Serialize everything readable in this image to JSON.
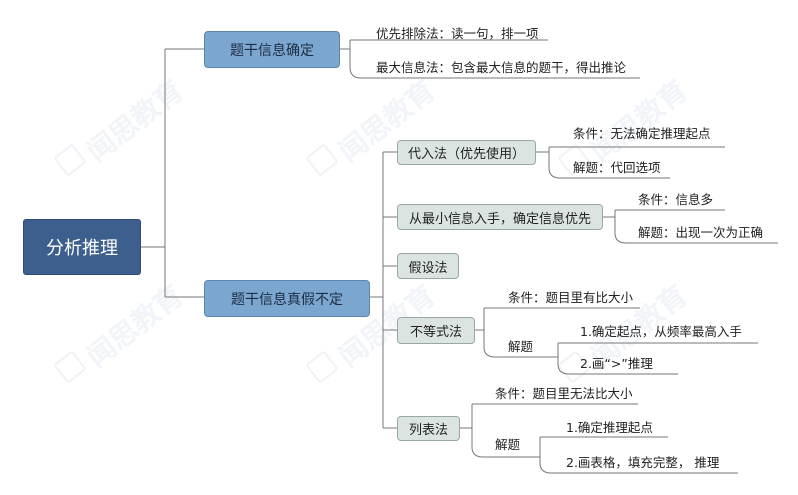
{
  "watermark": "闻思教育",
  "root": "分析推理",
  "branches": {
    "b1": {
      "label": "题干信息确定",
      "items": [
        "优先排除法：读一句，排一项",
        "最大信息法：包含最大信息的题干，得出推论"
      ]
    },
    "b2": {
      "label": "题干信息真假不定",
      "m1": {
        "label": "代入法（优先使用）",
        "items": [
          "条件：无法确定推理起点",
          "解题：代回选项"
        ]
      },
      "m2": {
        "label": "从最小信息入手，确定信息优先",
        "items": [
          "条件：信息多",
          "解题：出现一次为正确"
        ]
      },
      "m3": {
        "label": "假设法"
      },
      "m4": {
        "label": "不等式法",
        "cond": "条件：题目里有比大小",
        "solve": "解题",
        "steps": [
          "1.确定起点，从频率最高入手",
          "2.画“>”推理"
        ]
      },
      "m5": {
        "label": "列表法",
        "cond": "条件：题目里无法比大小",
        "solve": "解题",
        "steps": [
          "1.确定推理起点",
          "2.画表格，填充完整， 推理"
        ]
      }
    }
  }
}
